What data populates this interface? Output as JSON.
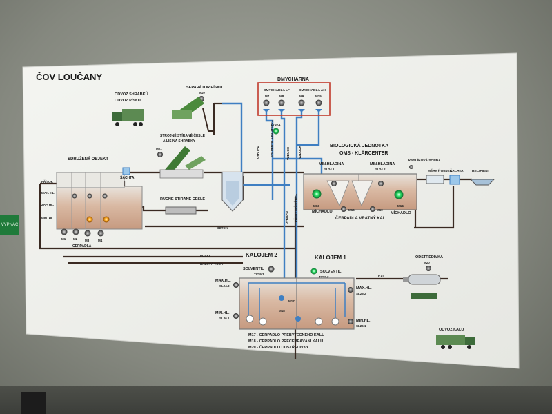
{
  "title": "ČOV LOUČANY",
  "side_tag": "VYPNAC",
  "colors": {
    "panel": "#f1f2ee",
    "pipe_dark": "#3a2a22",
    "pipe_blue": "#3f7fc2",
    "valve_red": "#c0392b",
    "lamp_green": "#2ee66a",
    "lamp_amber": "#ffae2a",
    "truck_green": "#3d6b3a",
    "sludge": "#d8b8a2"
  },
  "labels": {
    "odvoz_shrabku": "ODVOZ SHRABKŮ",
    "odvoz_pisku": "ODVOZ PÍSKU",
    "separator_pisku": "SEPARÁTOR PÍSKU",
    "m19": "M19",
    "strojne_cesle_1": "STROJNĚ STÍRANÉ ČESLE",
    "strojne_cesle_2": "A LIS NA SHRABKY",
    "m21": "M21",
    "sdruzeny_objekt": "SDRUŽENÝ OBJEKT",
    "pritok": "PŘÍTOK",
    "max_hl": "MAX. HL.",
    "zap_hl": "ZAP. HL.",
    "min_hl": "MIN. HL.",
    "sachta_1": "ŠACHTA",
    "rucne_cesle": "RUČNĚ STÍRANÉ ČESLE",
    "obtok": "OBTOK",
    "cerpadla": "ČERPADLA",
    "pumps": [
      "M1",
      "M2",
      "M3",
      "M4"
    ],
    "dmychar": "DMYCHÁRNA",
    "dmychadla_lf": "DMYCHADLA LF",
    "dmychadla_ah": "DMYCHADLA AH",
    "blowers": [
      "M7",
      "M8",
      "M9",
      "M15"
    ],
    "tv": "TV19.1",
    "vzduch": "VZDUCH",
    "solventil_label": "SOLVENTIL + PANTSTKA",
    "prebytecny_kal": "PŘEBYTEČNÝ KAL",
    "bio_1": "BIOLOGICKÁ JEDNOTKA",
    "bio_2": "OMS - KLÄRCENTER",
    "min_hladina_1": "MIN.HLADINA",
    "sl1": "SL24.1",
    "min_hladina_2": "MIN.HLADINA",
    "sl2": "SL24.2",
    "kyslikova_sonda": "KYSLÍKOVÁ SONDA",
    "merny_objekt": "MĚRNÝ OBJEKT",
    "sachta_2": "ŠACHTA",
    "recipient": "RECIPIENT",
    "m13": "M13",
    "m16": "M16",
    "m10": "M10",
    "m14": "M14",
    "michadlo_1": "MÍCHADLO",
    "michadlo_2": "MÍCHADLO",
    "cerpadla_vratny_kal": "ČERPADLA VRATNÝ KAL",
    "pusat": "PUSAT",
    "kalova_voda": "KALOVÁ VODA",
    "kalojem2": "KALOJEM 2",
    "kalojem1": "KALOJEM 1",
    "solventil2": "SOLVENTIL",
    "tv2": "TV19.3",
    "solventil1": "SOLVENTIL",
    "tv1": "TV19.2",
    "maxhl_l": "MAX.HL.",
    "sl_l1": "SL24.3",
    "minhl_l": "MIN.HL.",
    "sl_l2": "SL26.1",
    "maxhl_r": "MAX.HL.",
    "sl_r1": "SL25.2",
    "minhl_r": "MIN.HL.",
    "sl_r2": "SL26.1",
    "m17": "M17",
    "m18": "M18",
    "odstredivka": "ODSTŘEDIVKA",
    "m20": "M20",
    "kal": "KAL",
    "legend": [
      "M17 - ČERPADLO PŘEBYTEČNÉHO KALU",
      "M18 - ČERPADLO PŘEČERPÁVÁNÍ KALU",
      "M20 - ČERPADLO ODSTŘEDIVKY"
    ],
    "odvoz_kalu": "ODVOZ KALU"
  }
}
